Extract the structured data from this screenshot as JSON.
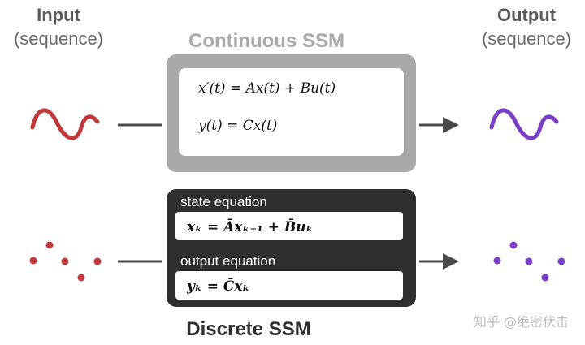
{
  "input": {
    "title": "Input",
    "subtitle": "(sequence)"
  },
  "output": {
    "title": "Output",
    "subtitle": "(sequence)"
  },
  "continuous": {
    "title": "Continuous SSM",
    "eq1": "x′(t) = Ax(t) + Bu(t)",
    "eq2": "y(t) = Cx(t)"
  },
  "discrete": {
    "title": "Discrete SSM",
    "state_label": "state equation",
    "state_eq": "xₖ = Āxₖ₋₁ + B̄uₖ",
    "output_label": "output equation",
    "output_eq": "yₖ = C̄xₖ"
  },
  "watermark": "知乎 @绝密伏击",
  "colors": {
    "input": "#c0393b",
    "output": "#7a3fc7",
    "continuous_box": "#a9a9a9",
    "discrete_box": "#2f2f2f",
    "arrow": "#4a4a4a",
    "title_continuous": "#a9a9a9",
    "title_discrete": "#2f2f2f"
  }
}
